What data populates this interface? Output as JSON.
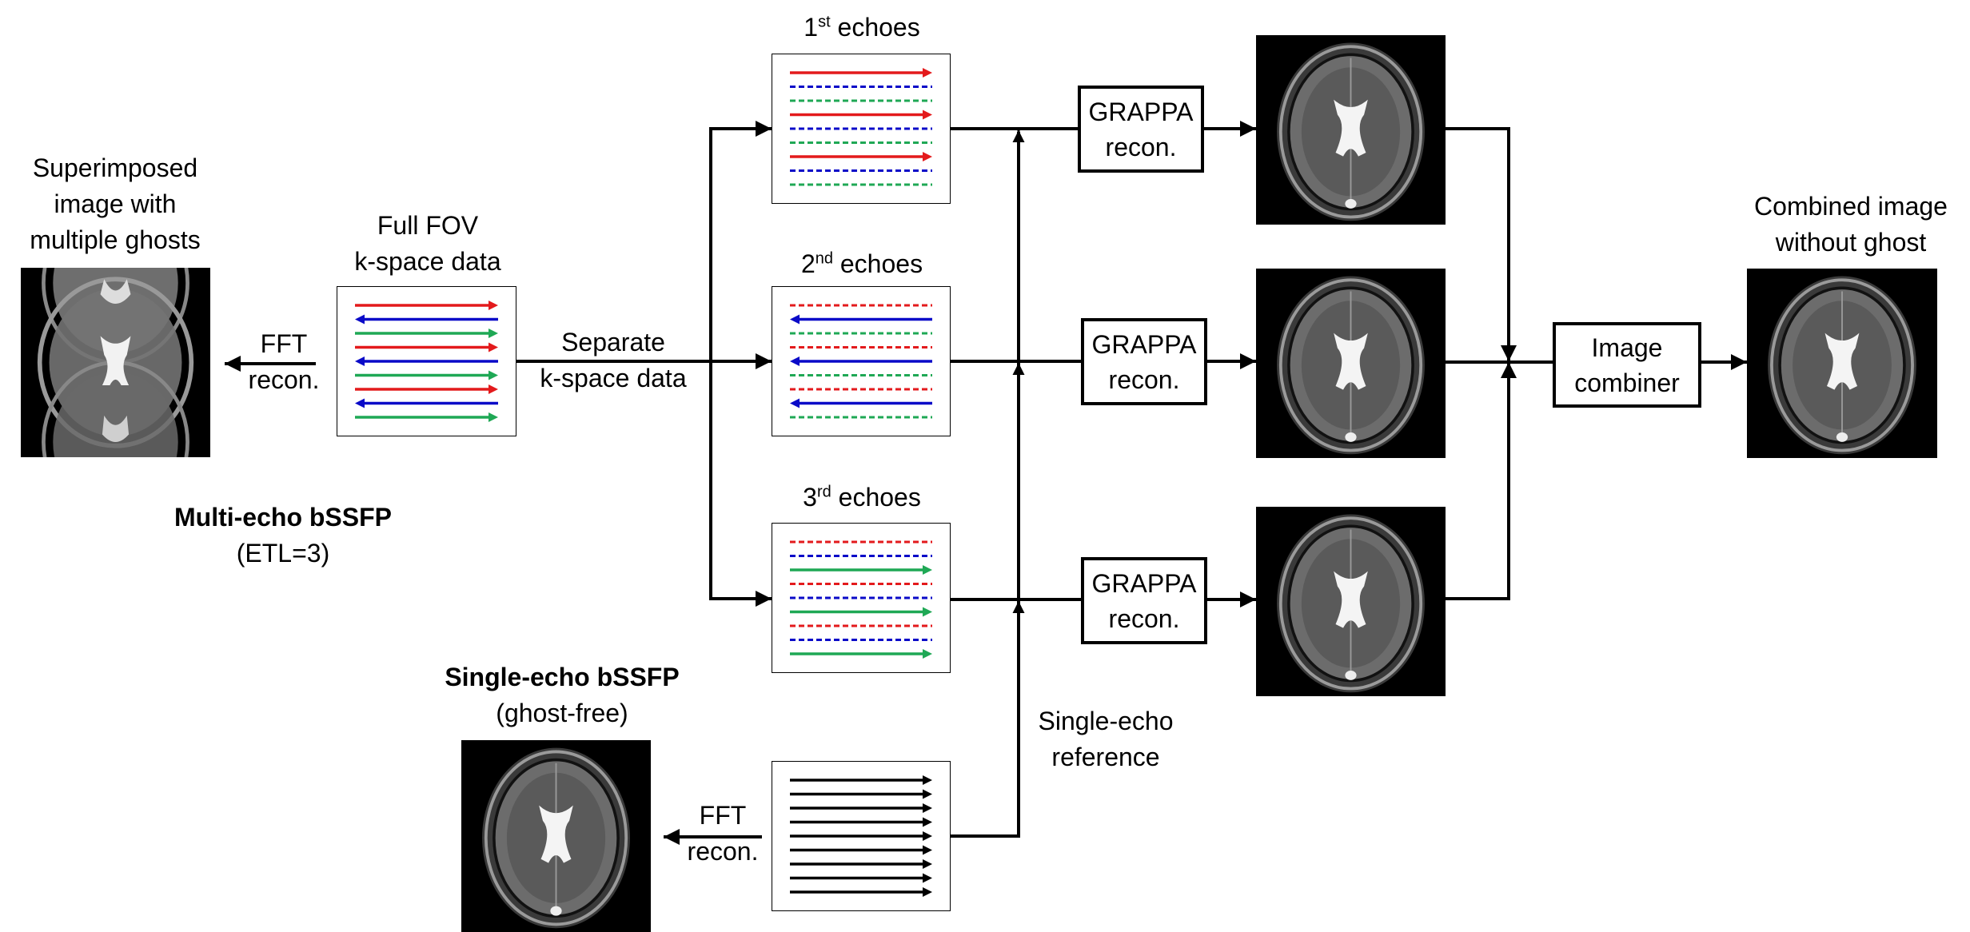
{
  "colors": {
    "echo1": "#e31a1c",
    "echo2": "#0a0ac8",
    "echo3": "#1fa855",
    "single": "#000000",
    "line": "#000000"
  },
  "multi_echo": {
    "title": "Multi-echo bSSFP",
    "subtitle": "(ETL=3)",
    "ghost_image_caption": [
      "Superimposed",
      "image with",
      "multiple ghosts"
    ],
    "fft_label": [
      "FFT",
      "recon."
    ],
    "kspace_caption": [
      "Full FOV",
      "k-space data"
    ],
    "kspace_lines": [
      {
        "echo": 1,
        "dir": "right",
        "style": "solid"
      },
      {
        "echo": 2,
        "dir": "left",
        "style": "solid"
      },
      {
        "echo": 3,
        "dir": "right",
        "style": "solid"
      },
      {
        "echo": 1,
        "dir": "right",
        "style": "solid"
      },
      {
        "echo": 2,
        "dir": "left",
        "style": "solid"
      },
      {
        "echo": 3,
        "dir": "right",
        "style": "solid"
      },
      {
        "echo": 1,
        "dir": "right",
        "style": "solid"
      },
      {
        "echo": 2,
        "dir": "left",
        "style": "solid"
      },
      {
        "echo": 3,
        "dir": "right",
        "style": "solid"
      }
    ],
    "separate_label": [
      "Separate",
      "k-space data"
    ]
  },
  "echo_branches": [
    {
      "label_num": "1",
      "label_sup": "st",
      "label_rest": " echoes",
      "lines": [
        {
          "echo": 1,
          "dir": "right",
          "style": "solid"
        },
        {
          "echo": 2,
          "dir": "none",
          "style": "dashed"
        },
        {
          "echo": 3,
          "dir": "none",
          "style": "dashed"
        },
        {
          "echo": 1,
          "dir": "right",
          "style": "solid"
        },
        {
          "echo": 2,
          "dir": "none",
          "style": "dashed"
        },
        {
          "echo": 3,
          "dir": "none",
          "style": "dashed"
        },
        {
          "echo": 1,
          "dir": "right",
          "style": "solid"
        },
        {
          "echo": 2,
          "dir": "none",
          "style": "dashed"
        },
        {
          "echo": 3,
          "dir": "none",
          "style": "dashed"
        }
      ],
      "grappa_label": [
        "GRAPPA",
        "recon."
      ]
    },
    {
      "label_num": "2",
      "label_sup": "nd",
      "label_rest": " echoes",
      "lines": [
        {
          "echo": 1,
          "dir": "none",
          "style": "dashed"
        },
        {
          "echo": 2,
          "dir": "left",
          "style": "solid"
        },
        {
          "echo": 3,
          "dir": "none",
          "style": "dashed"
        },
        {
          "echo": 1,
          "dir": "none",
          "style": "dashed"
        },
        {
          "echo": 2,
          "dir": "left",
          "style": "solid"
        },
        {
          "echo": 3,
          "dir": "none",
          "style": "dashed"
        },
        {
          "echo": 1,
          "dir": "none",
          "style": "dashed"
        },
        {
          "echo": 2,
          "dir": "left",
          "style": "solid"
        },
        {
          "echo": 3,
          "dir": "none",
          "style": "dashed"
        }
      ],
      "grappa_label": [
        "GRAPPA",
        "recon."
      ]
    },
    {
      "label_num": "3",
      "label_sup": "rd",
      "label_rest": " echoes",
      "lines": [
        {
          "echo": 1,
          "dir": "none",
          "style": "dashed"
        },
        {
          "echo": 2,
          "dir": "none",
          "style": "dashed"
        },
        {
          "echo": 3,
          "dir": "right",
          "style": "solid"
        },
        {
          "echo": 1,
          "dir": "none",
          "style": "dashed"
        },
        {
          "echo": 2,
          "dir": "none",
          "style": "dashed"
        },
        {
          "echo": 3,
          "dir": "right",
          "style": "solid"
        },
        {
          "echo": 1,
          "dir": "none",
          "style": "dashed"
        },
        {
          "echo": 2,
          "dir": "none",
          "style": "dashed"
        },
        {
          "echo": 3,
          "dir": "right",
          "style": "solid"
        }
      ],
      "grappa_label": [
        "GRAPPA",
        "recon."
      ]
    }
  ],
  "single_echo": {
    "title": "Single-echo bSSFP",
    "subtitle": "(ghost-free)",
    "fft_label": [
      "FFT",
      "recon."
    ],
    "reference_label": [
      "Single-echo",
      "reference"
    ],
    "line_count": 9
  },
  "combiner": {
    "label": [
      "Image",
      "combiner"
    ],
    "output_caption": [
      "Combined image",
      "without ghost"
    ]
  }
}
